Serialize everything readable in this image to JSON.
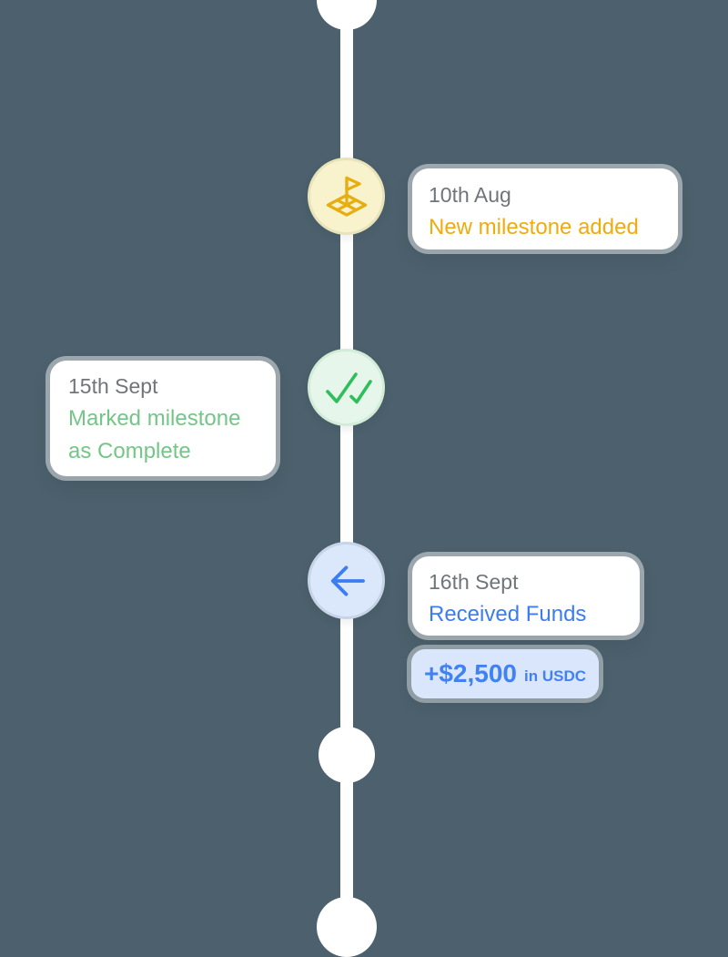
{
  "canvas": {
    "background_color": "#4c616d",
    "timeline_color": "#ffffff",
    "card_color": "#ffffff",
    "date_text_color": "#70757a"
  },
  "timeline": {
    "events": [
      {
        "date": "10th Aug",
        "label": "New milestone added",
        "icon": "milestone-flag-icon",
        "side": "right",
        "accent_color": "#f0ab0c",
        "node_fill": "#f8f3cc",
        "node_border": "#e9e3bb",
        "icon_color": "#e8ad0f"
      },
      {
        "date": "15th Sept",
        "label": "Marked milestone\nas Complete",
        "icon": "double-check-icon",
        "side": "left",
        "accent_color": "#74c687",
        "node_fill": "#e6f6ea",
        "node_border": "#d2ecd8",
        "icon_color": "#2fbe59"
      },
      {
        "date": "16th Sept",
        "label": "Received Funds",
        "icon": "arrow-left-icon",
        "side": "right",
        "accent_color": "#3b7cf3",
        "node_fill": "#dbe7fb",
        "node_border": "#c7d3e6",
        "icon_color": "#3c7ef2",
        "badge": {
          "amount": "+$2,500",
          "currency_note": "in USDC",
          "fill_color": "#d9e6fc",
          "text_color": "#4181f2"
        }
      }
    ]
  }
}
